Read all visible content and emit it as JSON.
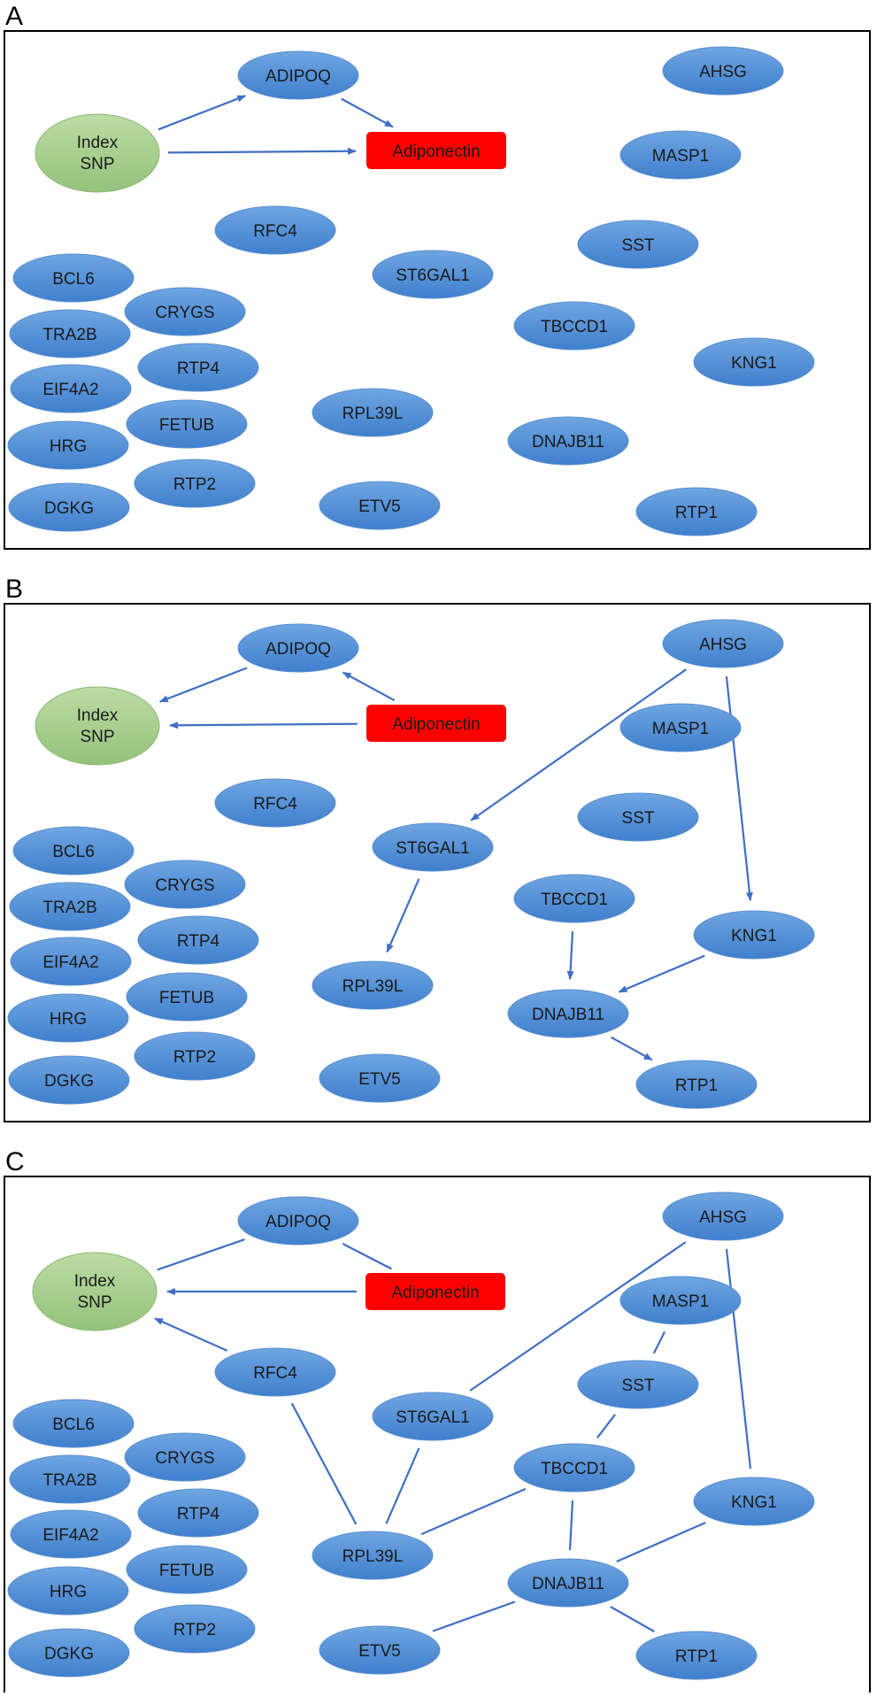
{
  "colors": {
    "gene_fill_light": "#6fa6e2",
    "gene_fill_dark": "#3f7fcc",
    "snp_fill": "#a9d18e",
    "phenotype_fill": "#ff0000",
    "edge": "#3f6fc4",
    "frame": "#000000"
  },
  "node_labels": {
    "index_snp": [
      "Index",
      "SNP"
    ],
    "phenotype": "Adiponectin",
    "genes": [
      "ADIPOQ",
      "AHSG",
      "MASP1",
      "RFC4",
      "SST",
      "BCL6",
      "ST6GAL1",
      "CRYGS",
      "TBCCD1",
      "TRA2B",
      "RTP4",
      "KNG1",
      "EIF4A2",
      "RPL39L",
      "FETUB",
      "DNAJB11",
      "HRG",
      "RTP2",
      "DGKG",
      "ETV5",
      "RTP1"
    ]
  },
  "panels": [
    {
      "letter": "A",
      "edges": [
        {
          "from": "Index SNP",
          "to": "ADIPOQ",
          "directed": true
        },
        {
          "from": "ADIPOQ",
          "to": "Adiponectin",
          "directed": true
        },
        {
          "from": "Index SNP",
          "to": "Adiponectin",
          "directed": true
        }
      ]
    },
    {
      "letter": "B",
      "edges": [
        {
          "from": "ADIPOQ",
          "to": "Index SNP",
          "directed": true
        },
        {
          "from": "Adiponectin",
          "to": "ADIPOQ",
          "directed": true
        },
        {
          "from": "Adiponectin",
          "to": "Index SNP",
          "directed": true
        },
        {
          "from": "AHSG",
          "to": "ST6GAL1",
          "directed": true
        },
        {
          "from": "AHSG",
          "to": "KNG1",
          "directed": true
        },
        {
          "from": "ST6GAL1",
          "to": "RPL39L",
          "directed": true
        },
        {
          "from": "TBCCD1",
          "to": "DNAJB11",
          "directed": true
        },
        {
          "from": "KNG1",
          "to": "DNAJB11",
          "directed": true
        },
        {
          "from": "DNAJB11",
          "to": "RTP1",
          "directed": true
        }
      ]
    },
    {
      "letter": "C",
      "edges": [
        {
          "from": "ADIPOQ",
          "to": "Index SNP",
          "directed": false
        },
        {
          "from": "ADIPOQ",
          "to": "Adiponectin",
          "directed": false
        },
        {
          "from": "Adiponectin",
          "to": "Index SNP",
          "directed": true
        },
        {
          "from": "RFC4",
          "to": "Index SNP",
          "directed": true
        },
        {
          "from": "RFC4",
          "to": "RPL39L",
          "directed": false
        },
        {
          "from": "AHSG",
          "to": "ST6GAL1",
          "directed": false
        },
        {
          "from": "AHSG",
          "to": "KNG1",
          "directed": false
        },
        {
          "from": "MASP1",
          "to": "SST",
          "directed": false
        },
        {
          "from": "SST",
          "to": "TBCCD1",
          "directed": false
        },
        {
          "from": "ST6GAL1",
          "to": "RPL39L",
          "directed": false
        },
        {
          "from": "TBCCD1",
          "to": "RPL39L",
          "directed": false
        },
        {
          "from": "TBCCD1",
          "to": "DNAJB11",
          "directed": false
        },
        {
          "from": "KNG1",
          "to": "DNAJB11",
          "directed": false
        },
        {
          "from": "DNAJB11",
          "to": "ETV5",
          "directed": false
        },
        {
          "from": "DNAJB11",
          "to": "RTP1",
          "directed": false
        }
      ]
    }
  ]
}
